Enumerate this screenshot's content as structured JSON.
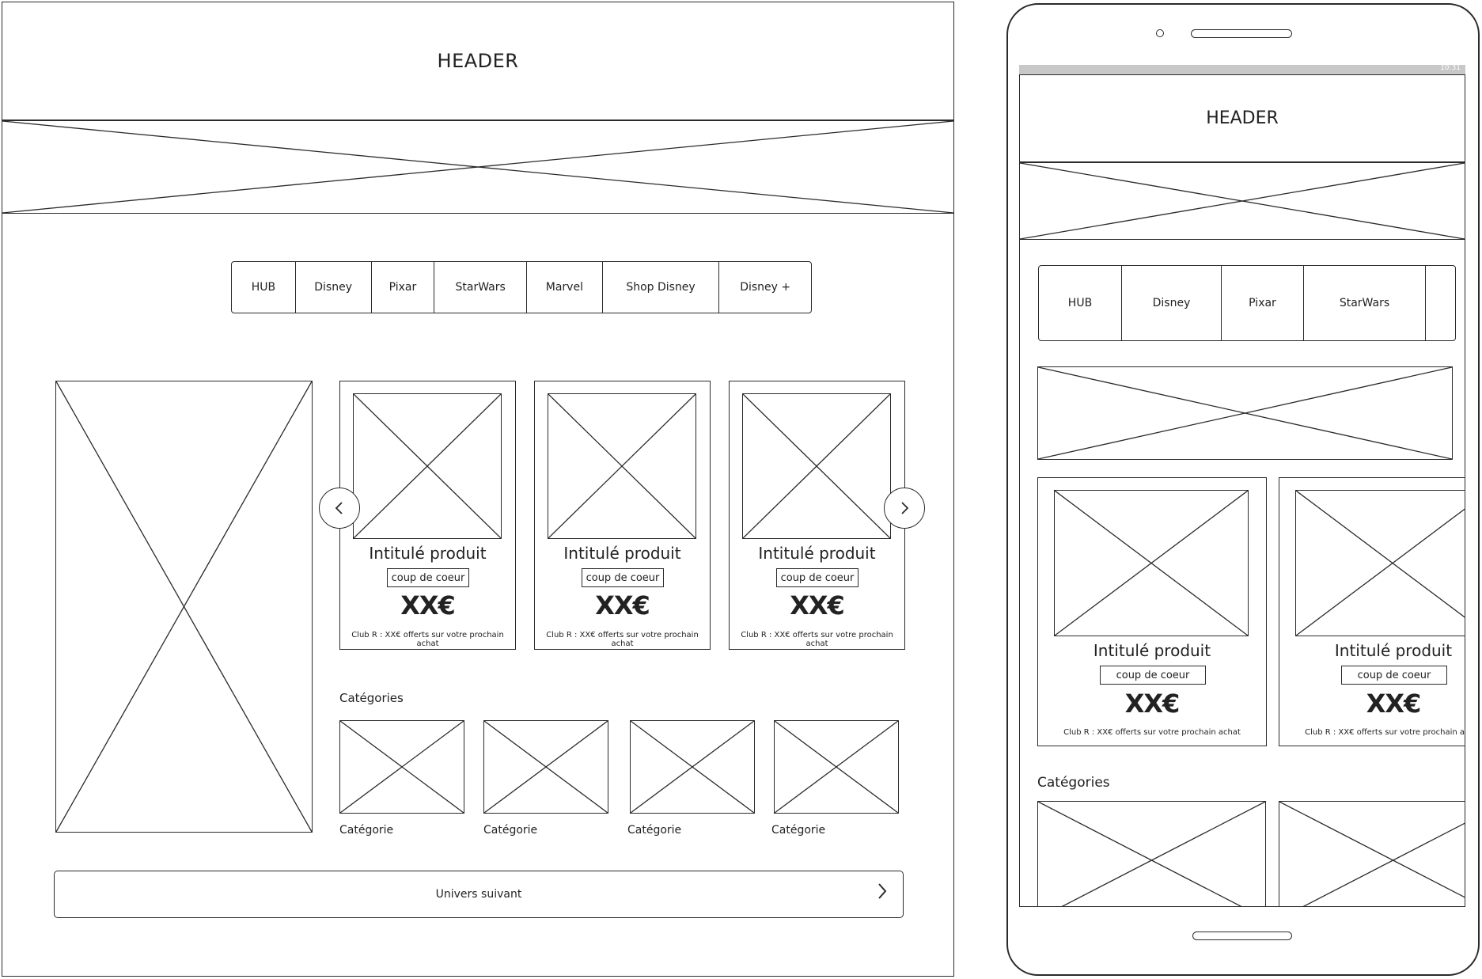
{
  "desktop": {
    "header_label": "HEADER",
    "nav_items": [
      "HUB",
      "Disney",
      "Pixar",
      "StarWars",
      "Marvel",
      "Shop Disney",
      "Disney +"
    ],
    "products": [
      {
        "title": "Intitulé produit",
        "badge": "coup de coeur",
        "price": "XX€",
        "club": "Club R : XX€ offerts sur votre prochain achat"
      },
      {
        "title": "Intitulé produit",
        "badge": "coup de coeur",
        "price": "XX€",
        "club": "Club R : XX€ offerts sur votre prochain achat"
      },
      {
        "title": "Intitulé produit",
        "badge": "coup de coeur",
        "price": "XX€",
        "club": "Club R : XX€ offerts sur votre prochain achat"
      }
    ],
    "categories_title": "Catégories",
    "categories": [
      "Catégorie",
      "Catégorie",
      "Catégorie",
      "Catégorie"
    ],
    "next_universe": "Univers suivant",
    "icons": {
      "prev": "chevron-left-icon",
      "next": "chevron-right-icon",
      "next_universe": "chevron-right-icon"
    }
  },
  "tablet": {
    "status_time": "10:31",
    "header_label": "HEADER",
    "nav_items": [
      "HUB",
      "Disney",
      "Pixar",
      "StarWars",
      ""
    ],
    "products": [
      {
        "title": "Intitulé produit",
        "badge": "coup de coeur",
        "price": "XX€",
        "club": "Club R : XX€ offerts sur votre prochain achat"
      },
      {
        "title": "Intitulé produit",
        "badge": "coup de coeur",
        "price": "XX€",
        "club": "Club R : XX€ offerts sur votre prochain achat"
      }
    ],
    "categories_title": "Catégories"
  },
  "colors": {
    "stroke": "#2a2a2a",
    "background": "#ffffff",
    "status_bar": "#c8c8c8"
  }
}
